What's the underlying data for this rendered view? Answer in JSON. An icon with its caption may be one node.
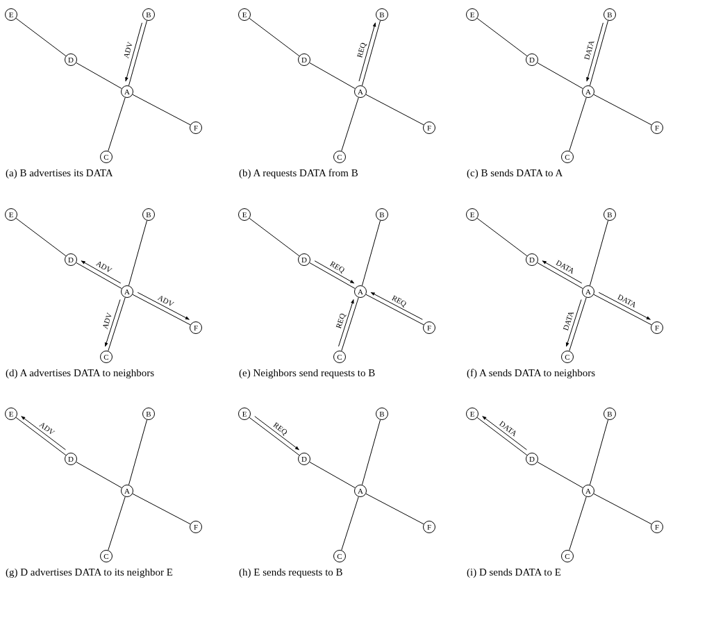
{
  "diagram": {
    "nodes": [
      {
        "text": [
          "E"
        ]
      },
      {
        "text": [
          "B"
        ]
      },
      {
        "text": [
          "D"
        ]
      },
      {
        "text": [
          "A"
        ]
      },
      {
        "text": [
          "F"
        ]
      },
      {
        "text": [
          "C"
        ]
      },
      {
        "text": [
          "E"
        ]
      },
      {
        "text": [
          "B"
        ]
      },
      {
        "text": [
          "D"
        ]
      },
      {
        "text": [
          "A"
        ]
      },
      {
        "text": [
          "F"
        ]
      },
      {
        "text": [
          "C"
        ]
      },
      {
        "text": [
          "E"
        ]
      },
      {
        "text": [
          "B"
        ]
      },
      {
        "text": [
          "D"
        ]
      },
      {
        "text": [
          "A"
        ]
      },
      {
        "text": [
          "F"
        ]
      },
      {
        "text": [
          "C"
        ]
      },
      {
        "text": [
          "E"
        ]
      },
      {
        "text": [
          "B"
        ]
      },
      {
        "text": [
          "D"
        ]
      },
      {
        "text": [
          "A"
        ]
      },
      {
        "text": [
          "F"
        ]
      },
      {
        "text": [
          "C"
        ]
      },
      {
        "text": [
          "E"
        ]
      },
      {
        "text": [
          "B"
        ]
      },
      {
        "text": [
          "D"
        ]
      },
      {
        "text": [
          "A"
        ]
      },
      {
        "text": [
          "F"
        ]
      },
      {
        "text": [
          "C"
        ]
      },
      {
        "text": [
          "E"
        ]
      },
      {
        "text": [
          "B"
        ]
      },
      {
        "text": [
          "D"
        ]
      },
      {
        "text": [
          "A"
        ]
      },
      {
        "text": [
          "F"
        ]
      },
      {
        "text": [
          "C"
        ]
      },
      {
        "text": [
          "E"
        ]
      },
      {
        "text": [
          "B"
        ]
      },
      {
        "text": [
          "D"
        ]
      },
      {
        "text": [
          "A"
        ]
      },
      {
        "text": [
          "F"
        ]
      },
      {
        "text": [
          "C"
        ]
      },
      {
        "text": [
          "E"
        ]
      },
      {
        "text": [
          "B"
        ]
      },
      {
        "text": [
          "D"
        ]
      },
      {
        "text": [
          "A"
        ]
      },
      {
        "text": [
          "F"
        ]
      },
      {
        "text": [
          "C"
        ]
      },
      {
        "text": [
          "E"
        ]
      },
      {
        "text": [
          "B"
        ]
      },
      {
        "text": [
          "D"
        ]
      },
      {
        "text": [
          "A"
        ]
      },
      {
        "text": [
          "F"
        ]
      },
      {
        "text": [
          "C"
        ]
      }
    ],
    "edges": [
      {
        "from": 0,
        "to": 2,
        "arrow": "none"
      },
      {
        "from": 1,
        "to": 3,
        "arrow": "none"
      },
      {
        "from": 2,
        "to": 3,
        "arrow": "none"
      },
      {
        "from": 3,
        "to": 4,
        "arrow": "none"
      },
      {
        "from": 3,
        "to": 5,
        "arrow": "none"
      },
      {
        "from": 1,
        "to": 3,
        "arrow": "to",
        "label": "ADV"
      },
      {
        "from": 6,
        "to": 8,
        "arrow": "none"
      },
      {
        "from": 7,
        "to": 9,
        "arrow": "none"
      },
      {
        "from": 8,
        "to": 9,
        "arrow": "none"
      },
      {
        "from": 9,
        "to": 10,
        "arrow": "none"
      },
      {
        "from": 9,
        "to": 11,
        "arrow": "none"
      },
      {
        "from": 9,
        "to": 7,
        "arrow": "to",
        "label": "REQ"
      },
      {
        "from": 12,
        "to": 14,
        "arrow": "none"
      },
      {
        "from": 13,
        "to": 15,
        "arrow": "none"
      },
      {
        "from": 14,
        "to": 15,
        "arrow": "none"
      },
      {
        "from": 15,
        "to": 16,
        "arrow": "none"
      },
      {
        "from": 15,
        "to": 17,
        "arrow": "none"
      },
      {
        "from": 13,
        "to": 15,
        "arrow": "to",
        "label": "DATA"
      },
      {
        "from": 18,
        "to": 20,
        "arrow": "none"
      },
      {
        "from": 19,
        "to": 21,
        "arrow": "none"
      },
      {
        "from": 20,
        "to": 21,
        "arrow": "none"
      },
      {
        "from": 21,
        "to": 22,
        "arrow": "none"
      },
      {
        "from": 21,
        "to": 23,
        "arrow": "none"
      },
      {
        "from": 21,
        "to": 20,
        "arrow": "to",
        "label": "ADV"
      },
      {
        "from": 21,
        "to": 23,
        "arrow": "to",
        "label": "ADV"
      },
      {
        "from": 21,
        "to": 22,
        "arrow": "to",
        "label": "ADV"
      },
      {
        "from": 24,
        "to": 26,
        "arrow": "none"
      },
      {
        "from": 25,
        "to": 27,
        "arrow": "none"
      },
      {
        "from": 26,
        "to": 27,
        "arrow": "none"
      },
      {
        "from": 27,
        "to": 28,
        "arrow": "none"
      },
      {
        "from": 27,
        "to": 29,
        "arrow": "none"
      },
      {
        "from": 26,
        "to": 27,
        "arrow": "to",
        "label": "REQ"
      },
      {
        "from": 28,
        "to": 27,
        "arrow": "to",
        "label": "REQ"
      },
      {
        "from": 29,
        "to": 27,
        "arrow": "to",
        "label": "REQ"
      },
      {
        "from": 30,
        "to": 32,
        "arrow": "none"
      },
      {
        "from": 31,
        "to": 33,
        "arrow": "none"
      },
      {
        "from": 32,
        "to": 33,
        "arrow": "none"
      },
      {
        "from": 33,
        "to": 34,
        "arrow": "none"
      },
      {
        "from": 33,
        "to": 35,
        "arrow": "none"
      },
      {
        "from": 33,
        "to": 32,
        "arrow": "to",
        "label": "DATA"
      },
      {
        "from": 33,
        "to": 35,
        "arrow": "to",
        "label": "DATA"
      },
      {
        "from": 33,
        "to": 34,
        "arrow": "to",
        "label": "DATA"
      },
      {
        "from": 36,
        "to": 38,
        "arrow": "none"
      },
      {
        "from": 37,
        "to": 39,
        "arrow": "none"
      },
      {
        "from": 38,
        "to": 39,
        "arrow": "none"
      },
      {
        "from": 39,
        "to": 40,
        "arrow": "none"
      },
      {
        "from": 39,
        "to": 41,
        "arrow": "none"
      },
      {
        "from": 38,
        "to": 36,
        "arrow": "to",
        "label": "ADV"
      },
      {
        "from": 42,
        "to": 44,
        "arrow": "none"
      },
      {
        "from": 43,
        "to": 45,
        "arrow": "none"
      },
      {
        "from": 44,
        "to": 45,
        "arrow": "none"
      },
      {
        "from": 45,
        "to": 46,
        "arrow": "none"
      },
      {
        "from": 45,
        "to": 47,
        "arrow": "none"
      },
      {
        "from": 42,
        "to": 44,
        "arrow": "to",
        "label": "REQ"
      },
      {
        "from": 48,
        "to": 50,
        "arrow": "none"
      },
      {
        "from": 49,
        "to": 51,
        "arrow": "none"
      },
      {
        "from": 50,
        "to": 51,
        "arrow": "none"
      },
      {
        "from": 51,
        "to": 52,
        "arrow": "none"
      },
      {
        "from": 51,
        "to": 53,
        "arrow": "none"
      },
      {
        "from": 50,
        "to": 48,
        "arrow": "to",
        "label": "DATA"
      }
    ],
    "labels": [
      "(a) B advertises its DATA",
      "(b) A requests DATA from B",
      "(c) B sends DATA to A",
      "(d) A advertises DATA to neighbors",
      "(e) Neighbors send requests to B",
      "(f) A sends DATA to neighbors",
      "(g) D advertises DATA to its neighbor E",
      "(h) E sends requests to B",
      "(i) D sends DATA to E"
    ]
  }
}
